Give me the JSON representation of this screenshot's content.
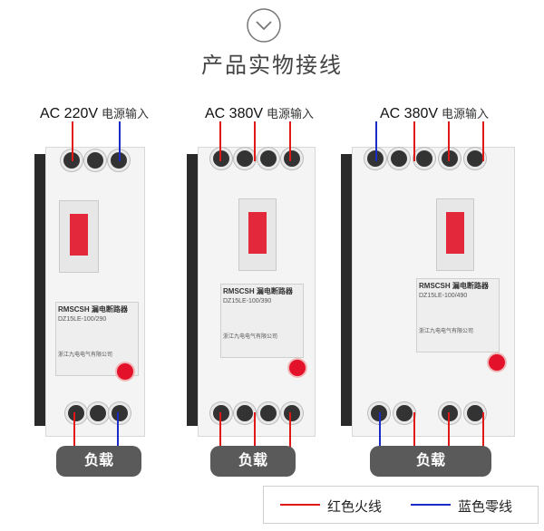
{
  "header": {
    "title": "产品实物接线",
    "chevron_icon": "chevron-down-icon"
  },
  "panels": [
    {
      "voltage": "AC 220V",
      "input": "电源输入",
      "model": "DZ15LE-100/290",
      "load": "负载"
    },
    {
      "voltage": "AC 380V",
      "input": "电源输入",
      "model": "DZ15LE-100/390",
      "load": "负载"
    },
    {
      "voltage": "AC 380V",
      "input": "电源输入",
      "model": "DZ15LE-100/490",
      "load": "负载"
    }
  ],
  "brand": "RMSCSH 漏电断路器",
  "maker": "浙江九电电气有限公司",
  "legend": {
    "red": "红色火线",
    "blue": "蓝色零线"
  },
  "colors": {
    "red_wire": "#e01818",
    "blue_wire": "#1a2bc9",
    "load_bg": "#5a5a5a"
  }
}
